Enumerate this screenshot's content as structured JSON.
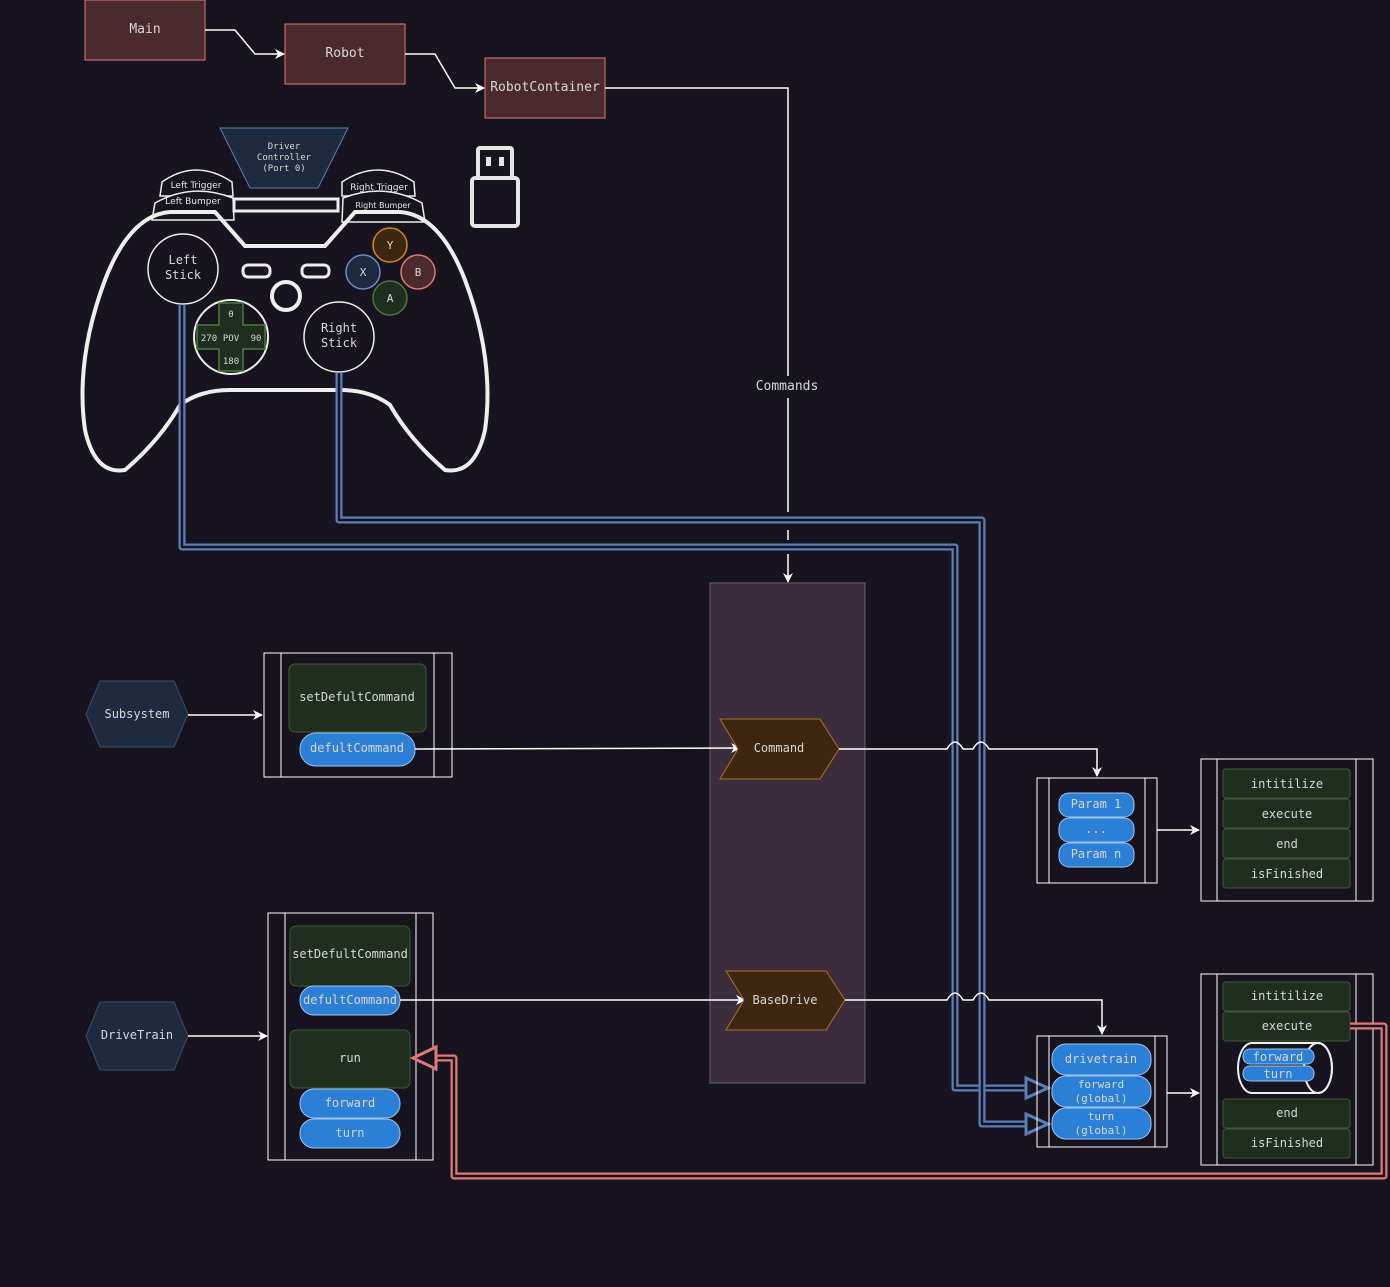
{
  "colors": {
    "background": "#18141f",
    "init_box": "#4a2a2c",
    "init_border": "#e07a74",
    "blue_wire": "#5b7fb8",
    "red_wire": "#e07a74",
    "pill": "#2b7fd6",
    "green_box": "#1f2e1e",
    "command_shape": "#3d2710",
    "hexagon": "#1e2a3d",
    "commands_panel": "#3a2d3d"
  },
  "boot_chain": {
    "main": "Main",
    "robot": "Robot",
    "robot_container": "RobotContainer"
  },
  "commands_label": "Commands",
  "controller": {
    "port_label": [
      "Driver",
      "Controller",
      "(Port 0)"
    ],
    "left_trigger": "Left Trigger",
    "left_bumper": "Left Bumper",
    "right_trigger": "Right Trigger",
    "right_bumper": "Right Bumper",
    "left_stick": [
      "Left",
      "Stick"
    ],
    "right_stick": [
      "Right",
      "Stick"
    ],
    "button_y": "Y",
    "button_x": "X",
    "button_b": "B",
    "button_a": "A",
    "pov": {
      "up": "0",
      "left": "270",
      "center": "POV",
      "right": "90",
      "down": "180"
    }
  },
  "subsystem": {
    "hexagon": "Subsystem",
    "set_default": "setDefultCommand",
    "default_command": "defultCommand"
  },
  "command": {
    "name": "Command",
    "params": [
      "Param 1",
      "...",
      "Param n"
    ],
    "methods": [
      "intitilize",
      "execute",
      "end",
      "isFinished"
    ]
  },
  "drivetrain": {
    "hexagon": "DriveTrain",
    "set_default": "setDefultCommand",
    "default_command": "defultCommand",
    "run": "run",
    "forward": "forward",
    "turn": "turn"
  },
  "base_drive": {
    "name": "BaseDrive",
    "params": [
      "drivetrain",
      "forward",
      "(global)",
      "turn",
      "(global)"
    ],
    "methods": [
      "intitilize",
      "execute",
      "end",
      "isFinished"
    ],
    "queue": [
      "forward",
      "turn"
    ]
  }
}
